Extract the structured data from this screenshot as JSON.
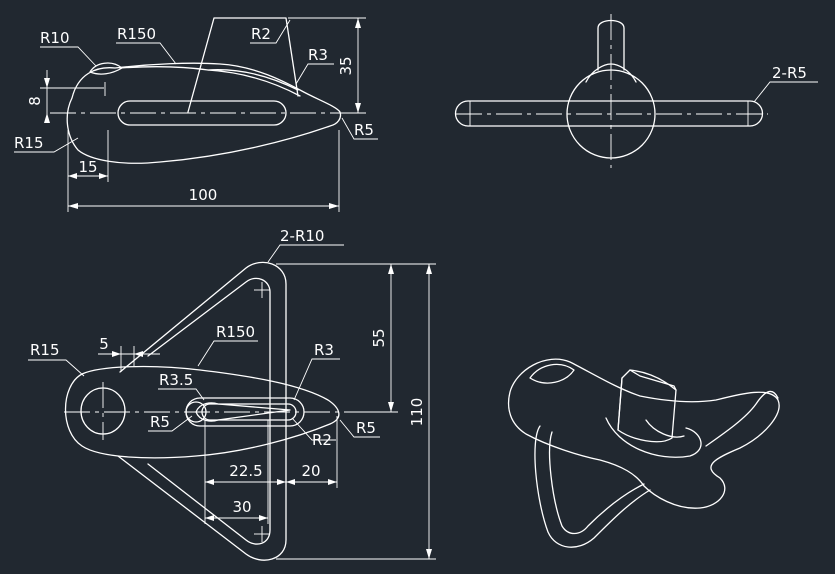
{
  "colors": {
    "background": "#212830",
    "line": "#ffffff"
  },
  "labels": {
    "front": {
      "r10": "R10",
      "r150": "R150",
      "r2": "R2",
      "r3": "R3",
      "h35": "35",
      "h8": "8",
      "r15": "R15",
      "r5": "R5",
      "w15": "15",
      "w100": "100"
    },
    "side": {
      "r5x2": "2-R5"
    },
    "top": {
      "r10x2": "2-R10",
      "r15": "R15",
      "w5": "5",
      "r150": "R150",
      "r3": "R3",
      "r35": "R3.5",
      "h55": "55",
      "h110": "110",
      "r5_left": "R5",
      "r2": "R2",
      "r5_right": "R5",
      "w225": "22.5",
      "w20": "20",
      "w30": "30"
    }
  }
}
